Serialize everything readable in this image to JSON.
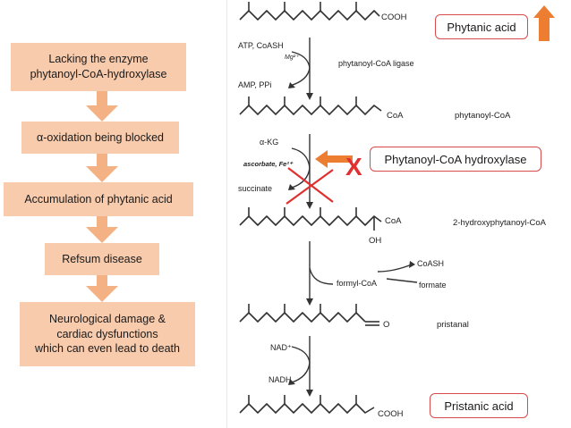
{
  "flow": {
    "steps": [
      {
        "line1": "Lacking the enzyme",
        "line2": "phytanoyl-CoA-hydroxylase"
      },
      {
        "text": "α-oxidation being blocked"
      },
      {
        "text": "Accumulation of phytanic acid"
      },
      {
        "text": "Refsum disease"
      },
      {
        "line1": "Neurological damage &",
        "line2": "cardiac dysfunctions",
        "line3": "which can even lead to death"
      }
    ]
  },
  "labels": {
    "phytanic_acid": "Phytanic acid",
    "hydroxylase": "Phytanoyl-CoA hydroxylase",
    "pristanic_acid": "Pristanic acid",
    "block_mark": "X"
  },
  "pathway": {
    "cooh_top": "COOH",
    "atp_coash": "ATP, CoASH",
    "mg": "Mg²⁺",
    "ligase": "phytanoyl-CoA ligase",
    "amp_ppi": "AMP, PPi",
    "coa_1": "CoA",
    "phytanoyl_coa": "phytanoyl-CoA",
    "akg": "α-KG",
    "ascorbate": "ascorbate, Fe²⁺",
    "succinate": "succinate",
    "coa_2": "CoA",
    "oh": "OH",
    "hydroxy_coa": "2-hydroxyphytanoyl-CoA",
    "coash": "CoASH",
    "formyl_coa": "formyl-CoA",
    "formate": "formate",
    "o_label": "O",
    "pristanal": "pristanal",
    "nad": "NAD⁺",
    "nadh": "NADH",
    "cooh_bottom": "COOH"
  },
  "colors": {
    "box_fill": "#f8cbad",
    "flow_arrow": "#f4b183",
    "accent_red": "#e03030",
    "orange_arrow": "#ed7d31"
  }
}
